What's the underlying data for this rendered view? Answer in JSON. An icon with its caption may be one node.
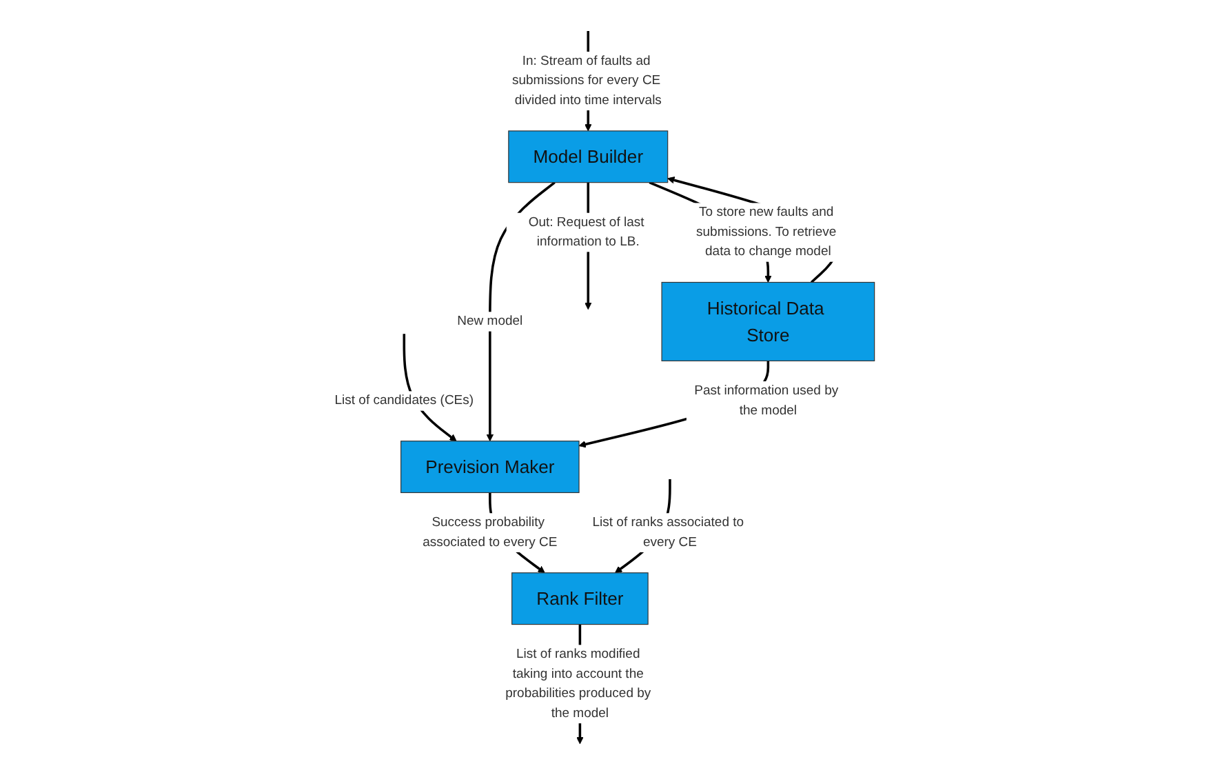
{
  "diagram": {
    "nodes": [
      {
        "text": [
          "Prevision Maker"
        ]
      },
      {
        "text": [
          "Model Builder"
        ]
      },
      {
        "text": [
          "Rank Filter"
        ]
      },
      {
        "text": [
          "Historical Data Store"
        ]
      }
    ],
    "edges": [
      {
        "from": null,
        "to": 0,
        "arrow": "to",
        "label": "List of candidates (CEs)"
      },
      {
        "from": 1,
        "to": 0,
        "arrow": "to",
        "label": "New model"
      },
      {
        "from": 1,
        "to": null,
        "arrow": "to",
        "label": "Out: Request of last information to LB."
      },
      {
        "from": null,
        "to": 1,
        "arrow": "to",
        "label": "In: Stream of faults ad submissions for every CE divided into time intervals"
      },
      {
        "from": 3,
        "to": 0,
        "arrow": "to",
        "label": "Past information used by the model"
      },
      {
        "from": 0,
        "to": 2,
        "arrow": "to",
        "label": "Success probability associated to every CE"
      },
      {
        "from": 3,
        "to": 1,
        "arrow": "to"
      },
      {
        "from": 1,
        "to": 3,
        "arrow": "to",
        "label": "To store new faults and submissions. To retrieve data to change model"
      },
      {
        "from": null,
        "to": 2,
        "arrow": "to",
        "label": "List of ranks associated to every CE"
      },
      {
        "from": 2,
        "to": null,
        "arrow": "to",
        "label": "List of ranks modified taking into account the probabilities produced by the model"
      }
    ]
  }
}
